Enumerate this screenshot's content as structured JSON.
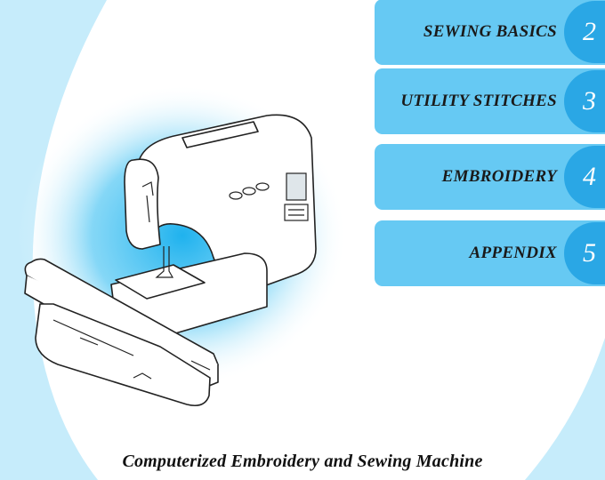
{
  "sections": [
    {
      "label": "SEWING BASICS",
      "number": "2"
    },
    {
      "label": "UTILITY STITCHES",
      "number": "3"
    },
    {
      "label": "EMBROIDERY",
      "number": "4"
    },
    {
      "label": "APPENDIX",
      "number": "5"
    }
  ],
  "subtitle": "Computerized Embroidery and Sewing Machine",
  "colors": {
    "tab_background": "#66c9f3",
    "number_circle": "#2aa7e5",
    "background_arc": "#c6ecfb",
    "glow": "#1fb2ee"
  }
}
